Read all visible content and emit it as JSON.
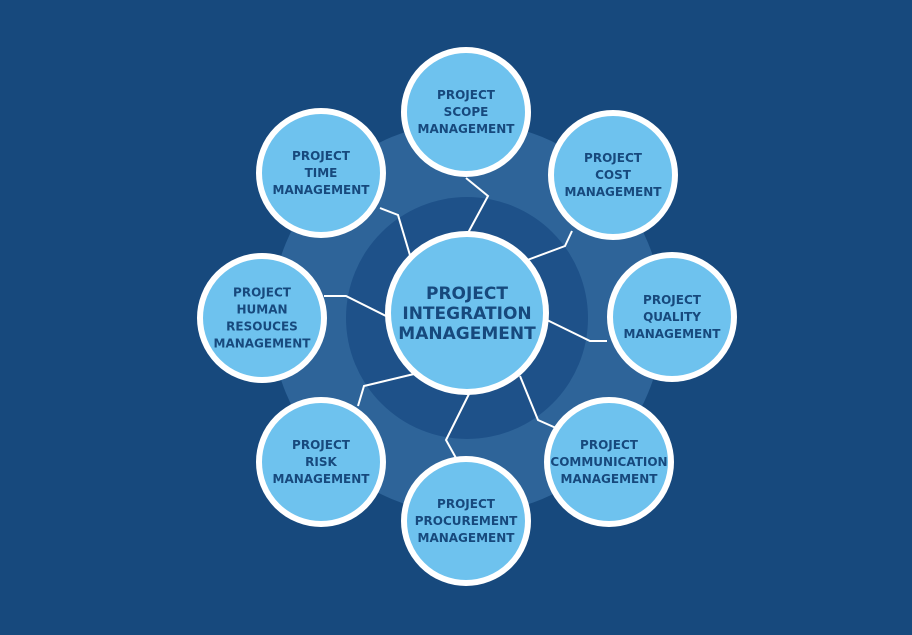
{
  "colors": {
    "background": "#17497d",
    "outer_ring": "#2e6499",
    "inner_disc": "#1e5189",
    "node_fill": "#6ec2ee",
    "node_border": "#ffffff",
    "text": "#17497d",
    "connector": "#ffffff"
  },
  "center": {
    "lines": [
      "PROJECT",
      "INTEGRATION",
      "MANAGEMENT"
    ]
  },
  "nodes": [
    {
      "id": "scope",
      "lines": [
        "PROJECT",
        "SCOPE",
        "MANAGEMENT"
      ]
    },
    {
      "id": "cost",
      "lines": [
        "PROJECT",
        "COST",
        "MANAGEMENT"
      ]
    },
    {
      "id": "quality",
      "lines": [
        "PROJECT",
        "QUALITY",
        "MANAGEMENT"
      ]
    },
    {
      "id": "communication",
      "lines": [
        "PROJECT",
        "COMMUNICATION",
        "MANAGEMENT"
      ]
    },
    {
      "id": "procurement",
      "lines": [
        "PROJECT",
        "PROCUREMENT",
        "MANAGEMENT"
      ]
    },
    {
      "id": "risk",
      "lines": [
        "PROJECT",
        "RISK",
        "MANAGEMENT"
      ]
    },
    {
      "id": "human-resources",
      "lines": [
        "PROJECT",
        "HUMAN",
        "RESOUCES",
        "MANAGEMENT"
      ]
    },
    {
      "id": "time",
      "lines": [
        "PROJECT",
        "TIME",
        "MANAGEMENT"
      ]
    }
  ]
}
